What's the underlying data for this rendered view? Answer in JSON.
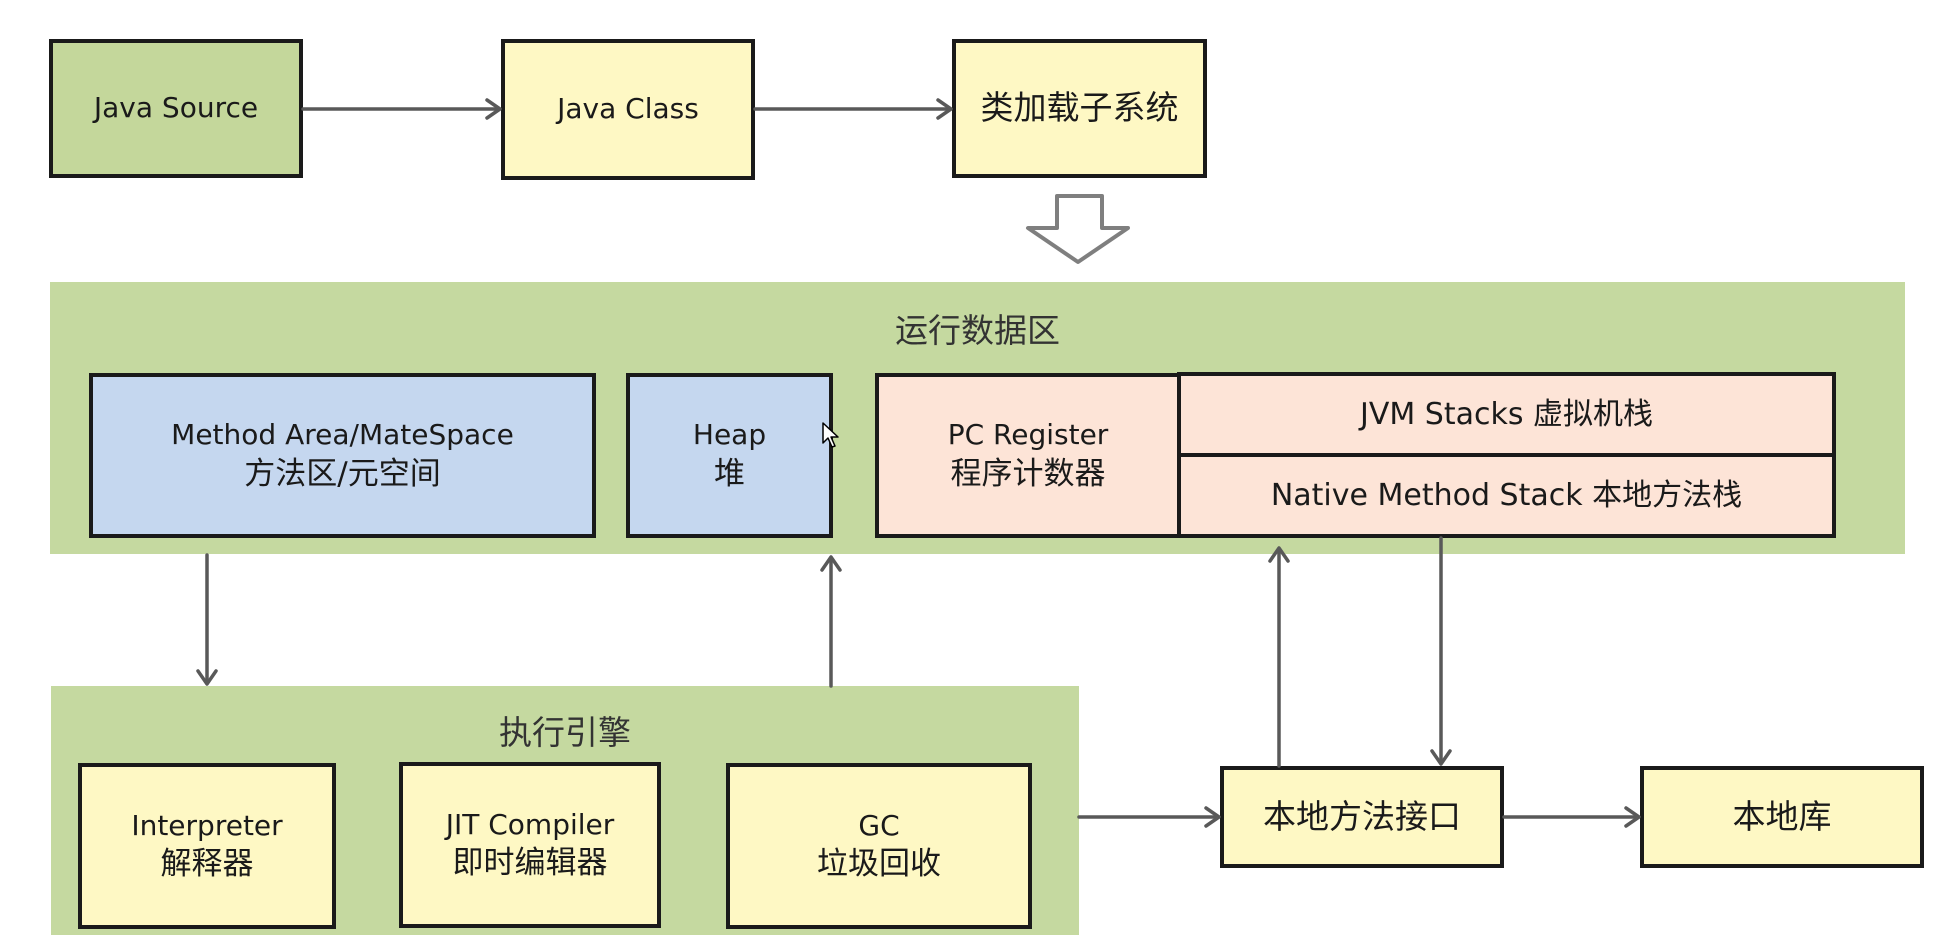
{
  "nodes": {
    "java_source": "Java Source",
    "java_class": "Java Class",
    "class_loader": "类加载子系统",
    "runtime_area_title": "运行数据区",
    "method_area_en": "Method Area/MateSpace",
    "method_area_zh": "方法区/元空间",
    "heap_en": "Heap",
    "heap_zh": "堆",
    "pc_register_en": "PC Register",
    "pc_register_zh": "程序计数器",
    "jvm_stacks": "JVM Stacks 虚拟机栈",
    "native_method_stack": "Native Method Stack 本地方法栈",
    "engine_title": "执行引擎",
    "interpreter_en": "Interpreter",
    "interpreter_zh": "解释器",
    "jit_en": "JIT Compiler",
    "jit_zh": "即时编辑器",
    "gc_en": "GC",
    "gc_zh": "垃圾回收",
    "native_interface": "本地方法接口",
    "native_library": "本地库"
  },
  "colors": {
    "green_box": "#c4d79b",
    "yellow_box": "#fef8c4",
    "blue_box": "#c5d7ef",
    "pink_box": "#fde4d7",
    "region_green": "#c5d9a0",
    "arrow": "#595959",
    "hollow_arrow_border": "#7f7f7f"
  }
}
